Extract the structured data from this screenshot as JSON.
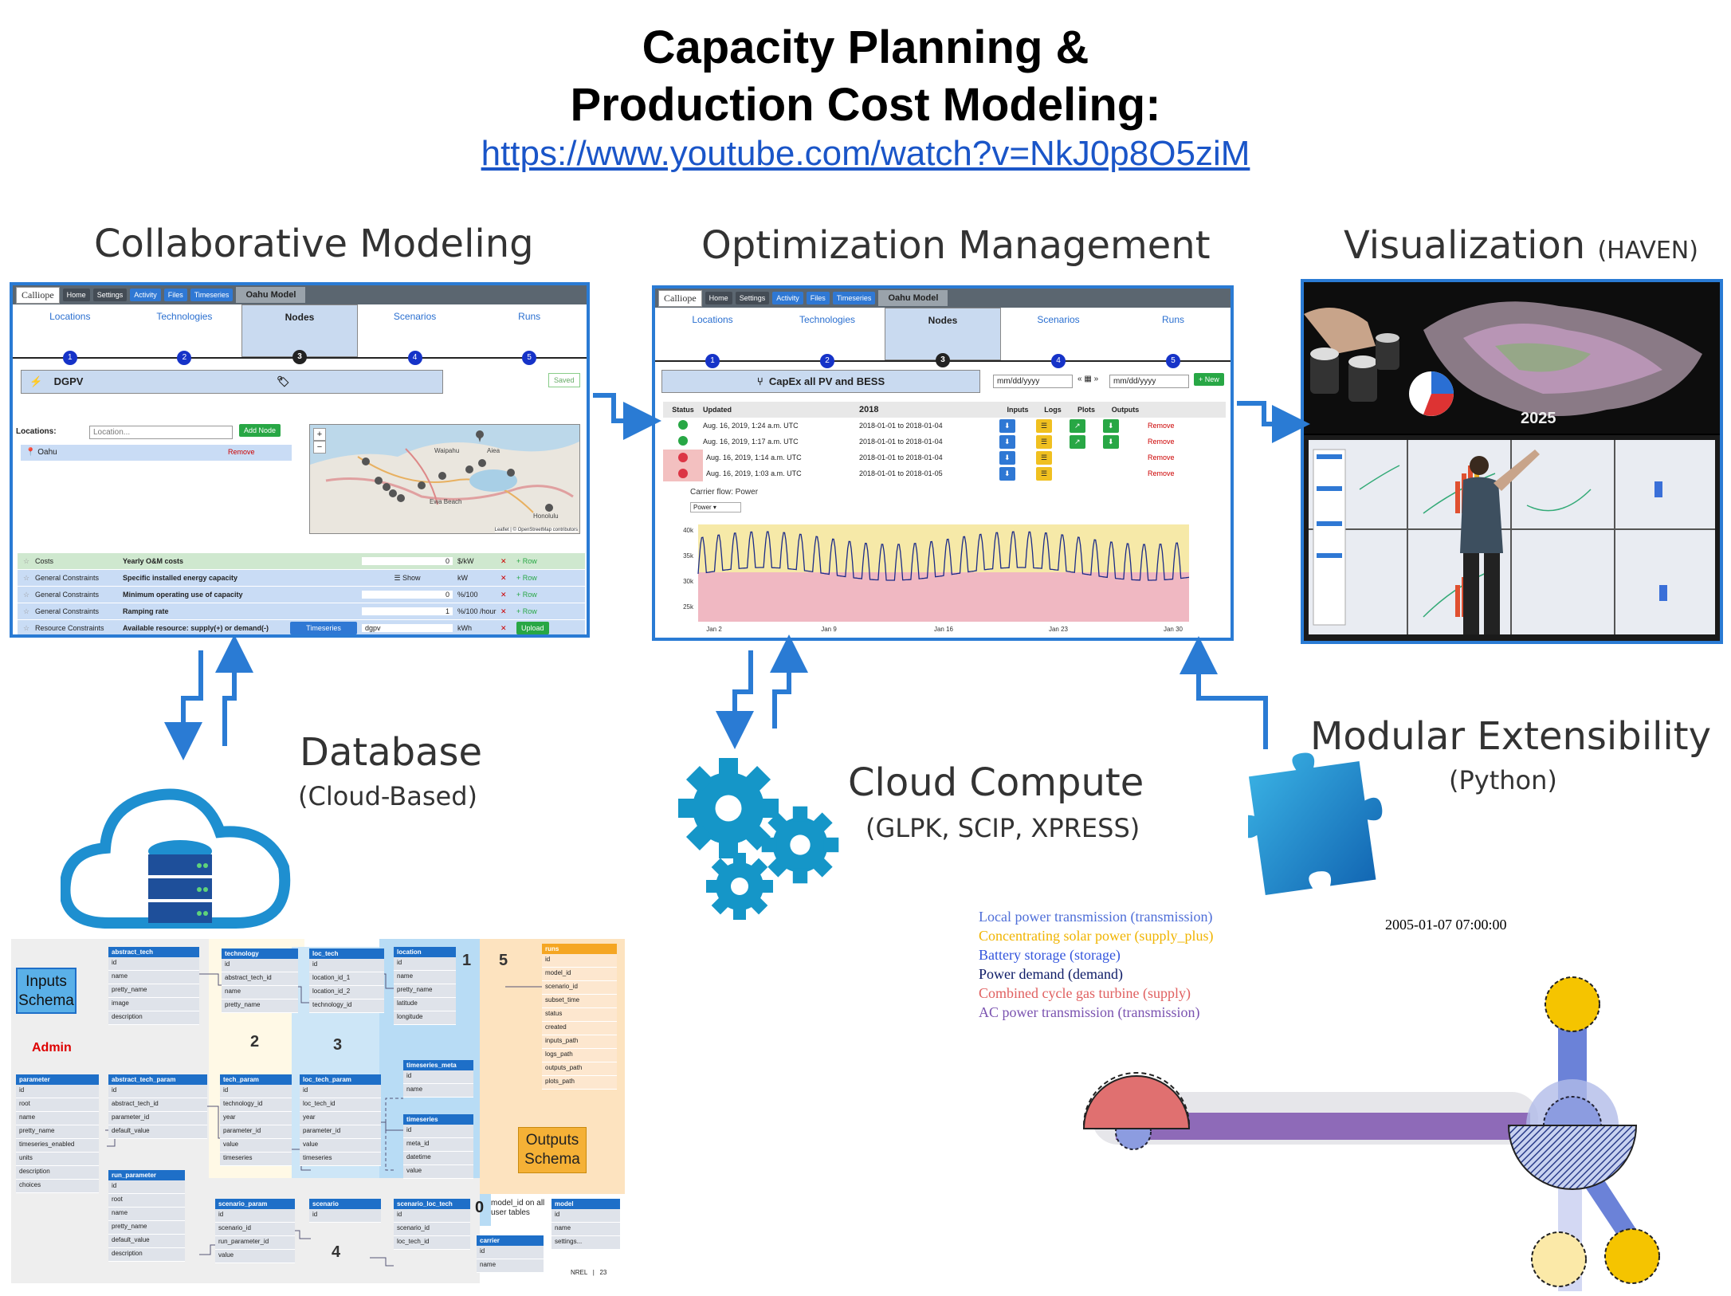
{
  "title_line1": "Capacity Planning &",
  "title_line2": "Production Cost Modeling:",
  "video_link": "https://www.youtube.com/watch?v=NkJ0p8O5ziM",
  "sections": {
    "collab": "Collaborative Modeling",
    "optim": "Optimization Management",
    "vis": "Visualization",
    "vis_note": "(HAVEN)",
    "database": "Database",
    "database_note": "(Cloud-Based)",
    "cloud": "Cloud Compute",
    "cloud_note": "(GLPK, SCIP, XPRESS)",
    "modular": "Modular Extensibility",
    "modular_note": "(Python)"
  },
  "app": {
    "brand": "Calliope",
    "nav": [
      "Home",
      "Settings",
      "Activity",
      "Files",
      "Timeseries"
    ],
    "model_name": "Oahu Model",
    "tabs": [
      "Locations",
      "Technologies",
      "Nodes",
      "Scenarios",
      "Runs"
    ],
    "tab_nums": [
      "1",
      "2",
      "3",
      "4",
      "5"
    ]
  },
  "collab_panel": {
    "node_name": "DGPV",
    "saved": "Saved",
    "locations_label": "Locations:",
    "location_placeholder": "Location...",
    "add_node": "Add Node",
    "location_item": "Oahu",
    "remove": "Remove",
    "map_attrib": "Leaflet | © OpenStreetMap contributors",
    "map_places": [
      "Waipahu",
      "Aiea",
      "Ewa Beach",
      "Honolulu"
    ],
    "params": [
      {
        "group": "Costs",
        "name": "Yearly O&M costs",
        "value": "0",
        "unit": "$/kW",
        "action": "+ Row"
      },
      {
        "group": "General Constraints",
        "name": "Specific installed energy capacity",
        "value": "☰ Show",
        "unit": "kW",
        "action": "+ Row"
      },
      {
        "group": "General Constraints",
        "name": "Minimum operating use of capacity",
        "value": "0",
        "unit": "%/100",
        "action": "+ Row"
      },
      {
        "group": "General Constraints",
        "name": "Ramping rate",
        "value": "1",
        "unit": "%/100 /hour",
        "action": "+ Row"
      },
      {
        "group": "Resource Constraints",
        "name": "Available resource: supply(+) or demand(-)",
        "value": "dgpv",
        "unit": "kWh",
        "action": "Upload",
        "extra": "Timeseries"
      }
    ]
  },
  "optim_panel": {
    "scenario_name": "CapEx all PV and BESS",
    "date_placeholder": "mm/dd/yyyy",
    "new_btn": "+ New",
    "year": "2018",
    "columns": [
      "Status",
      "Updated",
      "Inputs",
      "Logs",
      "Plots",
      "Outputs"
    ],
    "runs": [
      {
        "status": "ok",
        "updated": "Aug. 16, 2019, 1:24 a.m. UTC",
        "range": "2018-01-01 to 2018-01-04"
      },
      {
        "status": "ok",
        "updated": "Aug. 16, 2019, 1:17 a.m. UTC",
        "range": "2018-01-01 to 2018-01-04"
      },
      {
        "status": "fail",
        "updated": "Aug. 16, 2019, 1:14 a.m. UTC",
        "range": "2018-01-01 to 2018-01-04"
      },
      {
        "status": "fail",
        "updated": "Aug. 16, 2019, 1:03 a.m. UTC",
        "range": "2018-01-01 to 2018-01-05"
      }
    ],
    "remove": "Remove",
    "carrier_label": "Carrier flow: Power",
    "carrier_select": "Power",
    "y_ticks": [
      "40k",
      "35k",
      "30k",
      "25k"
    ],
    "x_ticks": [
      "Jan 2",
      "Jan 9",
      "Jan 16",
      "Jan 23",
      "Jan 30"
    ]
  },
  "vis_panel": {
    "year_label": "2025"
  },
  "schema": {
    "inputs_label": "Inputs Schema",
    "admin_label": "Admin",
    "outputs_label": "Outputs Schema",
    "note": "model_id on all user tables",
    "zero": "0",
    "footer": "NREL   |   23",
    "region_nums": [
      "1",
      "2",
      "3",
      "4",
      "5"
    ],
    "tables": [
      {
        "name": "abstract_tech",
        "rows": [
          "id",
          "name",
          "pretty_name",
          "image",
          "description"
        ]
      },
      {
        "name": "technology",
        "rows": [
          "id",
          "abstract_tech_id",
          "name",
          "pretty_name"
        ]
      },
      {
        "name": "loc_tech",
        "rows": [
          "id",
          "location_id_1",
          "location_id_2",
          "technology_id"
        ]
      },
      {
        "name": "location",
        "rows": [
          "id",
          "name",
          "pretty_name",
          "latitude",
          "longitude"
        ]
      },
      {
        "name": "runs",
        "rows": [
          "id",
          "model_id",
          "scenario_id",
          "subset_time",
          "status",
          "created",
          "inputs_path",
          "logs_path",
          "outputs_path",
          "plots_path"
        ]
      },
      {
        "name": "parameter",
        "rows": [
          "id",
          "root",
          "name",
          "pretty_name",
          "timeseries_enabled",
          "units",
          "description",
          "choices"
        ]
      },
      {
        "name": "abstract_tech_param",
        "rows": [
          "id",
          "abstract_tech_id",
          "parameter_id",
          "default_value"
        ]
      },
      {
        "name": "tech_param",
        "rows": [
          "id",
          "technology_id",
          "year",
          "parameter_id",
          "value",
          "timeseries"
        ]
      },
      {
        "name": "loc_tech_param",
        "rows": [
          "id",
          "loc_tech_id",
          "year",
          "parameter_id",
          "value",
          "timeseries"
        ]
      },
      {
        "name": "timeseries_meta",
        "rows": [
          "id",
          "name"
        ]
      },
      {
        "name": "timeseries",
        "rows": [
          "id",
          "meta_id",
          "datetime",
          "value"
        ]
      },
      {
        "name": "run_parameter",
        "rows": [
          "id",
          "root",
          "name",
          "pretty_name",
          "default_value",
          "description"
        ]
      },
      {
        "name": "scenario_param",
        "rows": [
          "id",
          "scenario_id",
          "run_parameter_id",
          "value"
        ]
      },
      {
        "name": "scenario",
        "rows": [
          "id"
        ]
      },
      {
        "name": "scenario_loc_tech",
        "rows": [
          "id",
          "scenario_id",
          "loc_tech_id"
        ]
      },
      {
        "name": "model",
        "rows": [
          "id",
          "name",
          "settings..."
        ]
      },
      {
        "name": "carrier",
        "rows": [
          "id",
          "name"
        ]
      }
    ]
  },
  "network_legend": [
    {
      "label": "Local power transmission (transmission)",
      "color": "#4f6fd8"
    },
    {
      "label": "Concentrating solar power (supply_plus)",
      "color": "#f0b400"
    },
    {
      "label": "Battery storage (storage)",
      "color": "#3355dd"
    },
    {
      "label": "Power demand (demand)",
      "color": "#0c1a66"
    },
    {
      "label": "Combined cycle gas turbine (supply)",
      "color": "#e06060"
    },
    {
      "label": "AC power transmission (transmission)",
      "color": "#7a52b0"
    }
  ],
  "network_timestamp": "2005-01-07 07:00:00",
  "colors": {
    "accent": "#2a7bd4",
    "arrow": "#2a7bd4",
    "icon": "#1e8fd0"
  }
}
